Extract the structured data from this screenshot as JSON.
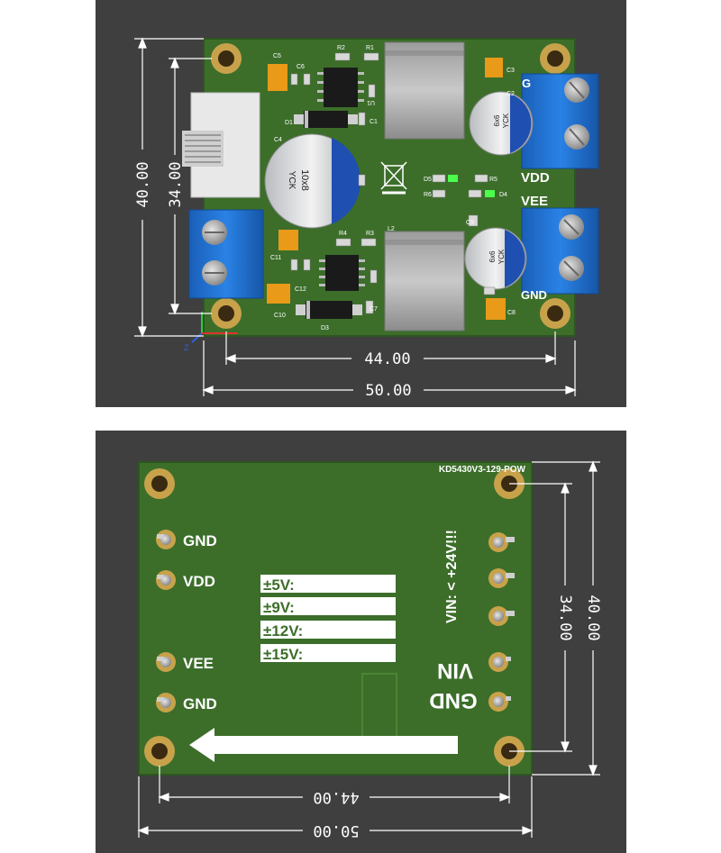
{
  "top_view": {
    "silkscreen": {
      "vdd": "VDD",
      "vee": "VEE",
      "gnd_bottom": "GND",
      "gnd_top_partial": "G"
    },
    "components": {
      "c5": "C5",
      "c6": "C6",
      "r2": "R2",
      "r1": "R1",
      "u1": "U1",
      "c3": "C3",
      "c2": "C2",
      "d1": "D1",
      "c1": "C1",
      "c4": "C4",
      "d5": "D5",
      "r5": "R5",
      "r6": "R6",
      "d4": "D4",
      "c9": "C9",
      "r4": "R4",
      "r3": "R3",
      "l2": "L2",
      "c11": "C11",
      "c12": "C12",
      "c10": "C10",
      "d3": "D3",
      "c7": "C7",
      "c8": "C8"
    },
    "cap_large": {
      "line1": "10x8",
      "line2": "YCK"
    },
    "cap_small": {
      "line1": "6x6",
      "line2": "YCK"
    },
    "dims": {
      "w_inner": "44.00",
      "w_outer": "50.00",
      "h_outer": "40.00",
      "h_inner": "34.00"
    },
    "axis_z": "Z"
  },
  "bottom_view": {
    "board_id": "KD5430V3-129-POW",
    "pins_left": [
      "GND",
      "VDD",
      "VEE",
      "GND"
    ],
    "pins_right": [
      "VIN",
      "GND"
    ],
    "warning": "VIN: < +24V!!!",
    "voltage_options": [
      "±5V:",
      "±9V:",
      "±12V:",
      "±15V:"
    ],
    "dims": {
      "w_inner": "44.00",
      "w_outer": "50.00",
      "h_inner": "34.00",
      "h_outer": "40.00"
    }
  },
  "colors": {
    "background": "#3f3f3f",
    "board": "#3c6e2a",
    "terminal_block": "#1f6fd0",
    "pad_gold": "#c8a24a",
    "silkscreen": "#ffffff"
  }
}
